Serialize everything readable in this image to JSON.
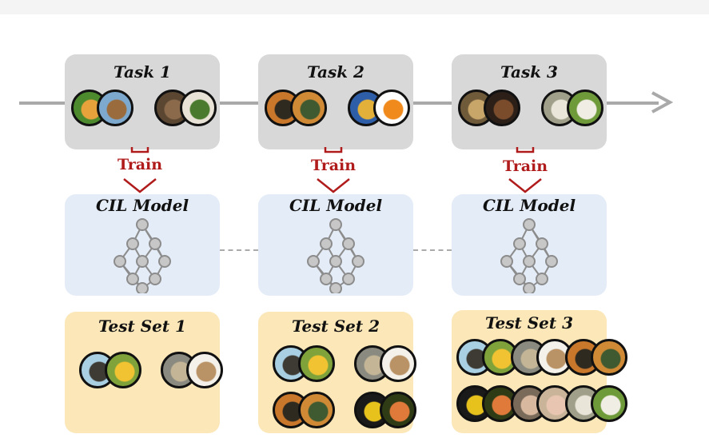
{
  "tasks": [
    {
      "label": "Task 1",
      "images": [
        {
          "icon": "oriole-bird-icon",
          "colors": [
            "#4d8a2e",
            "#e7a23b"
          ]
        },
        {
          "icon": "robin-bird-icon",
          "colors": [
            "#7da9cf",
            "#9a6b3c"
          ]
        },
        {
          "icon": "hedgehog-dog-icon",
          "colors": [
            "#5b4632",
            "#8b6a4b"
          ]
        },
        {
          "icon": "bulldog-icon",
          "colors": [
            "#e8e3d6",
            "#4a7a2e"
          ]
        }
      ]
    },
    {
      "label": "Task 2",
      "images": [
        {
          "icon": "tiger-icon",
          "colors": [
            "#c9772a",
            "#2e2a20"
          ]
        },
        {
          "icon": "tiger-face-icon",
          "colors": [
            "#d08a35",
            "#3f5a30"
          ]
        },
        {
          "icon": "parrot-fish-icon",
          "colors": [
            "#2f5ea8",
            "#e3b13a"
          ]
        },
        {
          "icon": "goldfish-icon",
          "colors": [
            "#ffffff",
            "#f08a1c"
          ]
        }
      ]
    },
    {
      "label": "Task 3",
      "images": [
        {
          "icon": "monkey-icon",
          "colors": [
            "#6f5a3a",
            "#c8a66a"
          ]
        },
        {
          "icon": "chimpanzee-icon",
          "colors": [
            "#2b1f18",
            "#7a4c2c"
          ]
        },
        {
          "icon": "goat-icon",
          "colors": [
            "#a0a08a",
            "#e9e5d8"
          ]
        },
        {
          "icon": "sheep-icon",
          "colors": [
            "#6f9a3a",
            "#f0ede4"
          ]
        }
      ]
    }
  ],
  "train_label": "Train",
  "model_label": "CIL Model",
  "test_sets": [
    {
      "label": "Test Set 1",
      "rows": [
        [
          {
            "icon": "sparrow-icon",
            "colors": [
              "#a9cfe3",
              "#3e3a34"
            ]
          },
          {
            "icon": "eagle-icon",
            "colors": [
              "#7fa33a",
              "#f1c232"
            ]
          },
          {
            "icon": "monkey-icon",
            "colors": [
              "#8a8a80",
              "#c3b595"
            ]
          },
          {
            "icon": "pug-icon",
            "colors": [
              "#f3f1ea",
              "#b99266"
            ]
          }
        ]
      ]
    },
    {
      "label": "Test Set 2",
      "rows": [
        [
          {
            "icon": "sparrow-icon",
            "colors": [
              "#a9cfe3",
              "#3e3a34"
            ]
          },
          {
            "icon": "eagle-icon",
            "colors": [
              "#7fa33a",
              "#f1c232"
            ]
          },
          {
            "icon": "monkey-icon",
            "colors": [
              "#8a8a80",
              "#c3b595"
            ]
          },
          {
            "icon": "pug-icon",
            "colors": [
              "#f3f1ea",
              "#b99266"
            ]
          }
        ],
        [
          {
            "icon": "tiger-icon",
            "colors": [
              "#c9772a",
              "#2e2a20"
            ]
          },
          {
            "icon": "tiger-face-icon",
            "colors": [
              "#d08a35",
              "#3f5a30"
            ]
          },
          {
            "icon": "angelfish-icon",
            "colors": [
              "#1a1a1a",
              "#e8c21c"
            ]
          },
          {
            "icon": "clownfish-icon",
            "colors": [
              "#2e3b14",
              "#e07a3a"
            ]
          }
        ]
      ]
    },
    {
      "label": "Test Set 3",
      "rows": [
        [
          {
            "icon": "sparrow-icon",
            "colors": [
              "#a9cfe3",
              "#3e3a34"
            ]
          },
          {
            "icon": "eagle-icon",
            "colors": [
              "#7fa33a",
              "#f1c232"
            ]
          },
          {
            "icon": "monkey-icon",
            "colors": [
              "#8a8a80",
              "#c3b595"
            ]
          },
          {
            "icon": "pug-icon",
            "colors": [
              "#f3f1ea",
              "#b99266"
            ]
          },
          {
            "icon": "tiger-icon",
            "colors": [
              "#c9772a",
              "#2e2a20"
            ]
          },
          {
            "icon": "tiger-face-icon",
            "colors": [
              "#d08a35",
              "#3f5a30"
            ]
          }
        ],
        [
          {
            "icon": "angelfish-icon",
            "colors": [
              "#1a1a1a",
              "#e8c21c"
            ]
          },
          {
            "icon": "clownfish-icon",
            "colors": [
              "#2e3b14",
              "#e07a3a"
            ]
          },
          {
            "icon": "chimpanzee-icon",
            "colors": [
              "#7a6a5a",
              "#d9b8a0"
            ]
          },
          {
            "icon": "macaque-icon",
            "colors": [
              "#c9b49a",
              "#e8c5b0"
            ]
          },
          {
            "icon": "goat-icon",
            "colors": [
              "#a0a08a",
              "#e9e5d8"
            ]
          },
          {
            "icon": "sheep-icon",
            "colors": [
              "#6f9a3a",
              "#f0ede4"
            ]
          }
        ]
      ]
    }
  ],
  "colors": {
    "task_bg": "#d8d8d8",
    "model_bg": "#e4ecf7",
    "test_bg": "#fbe7b8",
    "train_red": "#b01b1b",
    "timeline_gray": "#a9a9a9",
    "network_node": "#c7c7c7"
  }
}
